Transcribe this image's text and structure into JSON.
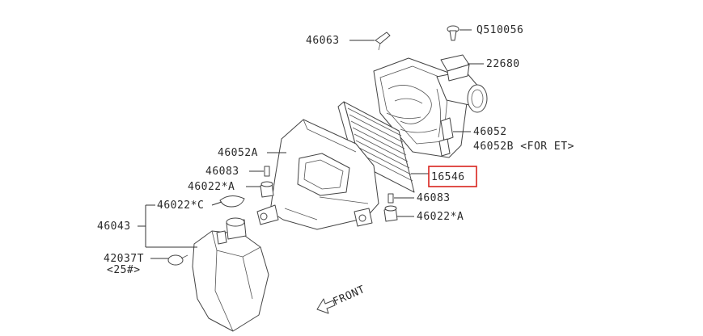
{
  "labels": {
    "q510056": "Q510056",
    "p46063": "46063",
    "p22680": "22680",
    "p46052": "46052",
    "p46052b": "46052B <FOR ET>",
    "p46052a": "46052A",
    "p46083_left": "46083",
    "p46022a_left": "46022*A",
    "p16546": "16546",
    "p46083_right": "46083",
    "p46022a_right": "46022*A",
    "p46022c": "46022*C",
    "p46043": "46043",
    "p42037t": "42037T",
    "p42037t_qty": "<25#>",
    "front": "FRONT"
  },
  "highlight": {
    "part": "16546",
    "color": "#d9231d"
  }
}
